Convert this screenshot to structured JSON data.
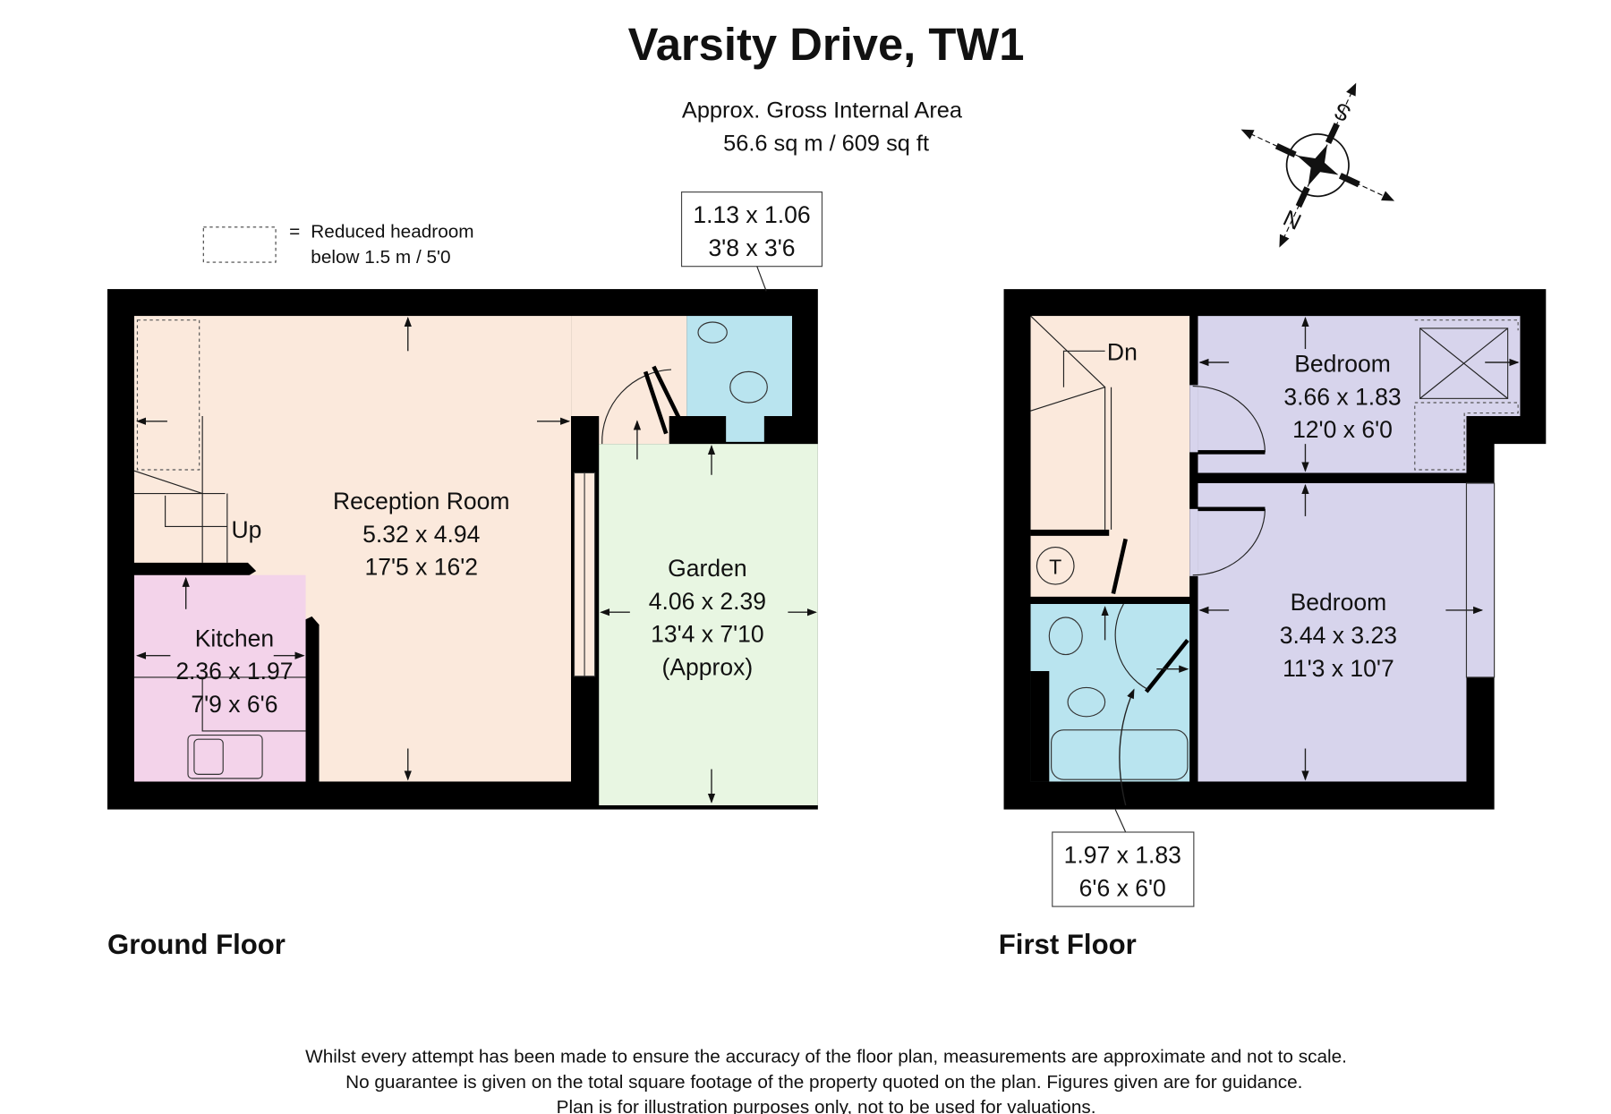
{
  "title": "Varsity Drive, TW1",
  "area": {
    "label": "Approx. Gross Internal Area",
    "value": "56.6 sq m / 609 sq ft"
  },
  "legend": {
    "symbol": "=",
    "line1": "Reduced headroom",
    "line2": "below 1.5 m / 5'0"
  },
  "compass": {
    "north": "N",
    "south": "S"
  },
  "colors": {
    "wall": "#000000",
    "reception": "#fbe9dc",
    "kitchen": "#f3d3ea",
    "garden": "#e8f6e2",
    "wc": "#b9e4ef",
    "bedroom": "#d7d4ec"
  },
  "ground_floor": {
    "label": "Ground Floor",
    "rooms": [
      {
        "name": "Reception Room",
        "metric": "5.32 x 4.94",
        "imperial": "17'5 x 16'2"
      },
      {
        "name": "Kitchen",
        "metric": "2.36 x 1.97",
        "imperial": "7'9 x 6'6"
      },
      {
        "name": "Garden",
        "metric": "4.06 x 2.39",
        "imperial": "13'4 x 7'10",
        "note": "(Approx)"
      }
    ],
    "wc": {
      "metric": "1.13 x 1.06",
      "imperial": "3'8 x 3'6"
    },
    "stairs": "Up"
  },
  "first_floor": {
    "label": "First Floor",
    "rooms": [
      {
        "name": "Bedroom",
        "metric": "3.66 x 1.83",
        "imperial": "12'0 x 6'0"
      },
      {
        "name": "Bedroom",
        "metric": "3.44 x 3.23",
        "imperial": "11'3 x 10'7"
      }
    ],
    "bathroom": {
      "metric": "1.97 x 1.83",
      "imperial": "6'6 x 6'0"
    },
    "stairs": "Dn",
    "tank": "T"
  },
  "disclaimer": [
    "Whilst every attempt has been made to ensure the accuracy of the floor plan, measurements are approximate and not to scale.",
    "No guarantee is given on the total square footage of the property quoted on the plan. Figures given are for guidance.",
    "Plan is for illustration purposes only, not to be used for valuations."
  ]
}
